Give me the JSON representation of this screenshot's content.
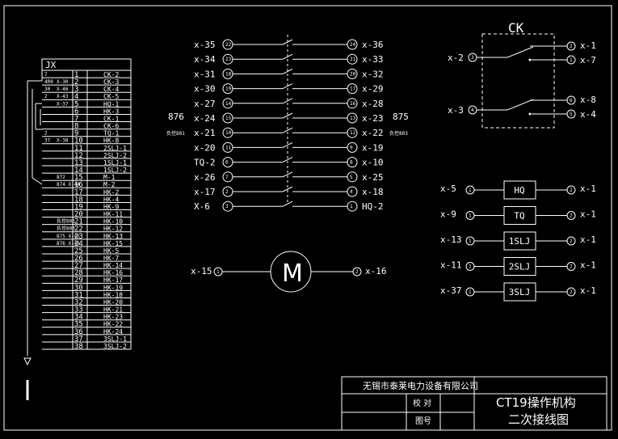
{
  "terminal_block": {
    "title": "JX",
    "rows": [
      {
        "num": "1",
        "left": "",
        "right": "CK-2"
      },
      {
        "num": "2",
        "left": "X-30",
        "right": "CK-3"
      },
      {
        "num": "3",
        "left": "X-46",
        "right": "CK-4"
      },
      {
        "num": "4",
        "left": "X-43",
        "right": "CK-5"
      },
      {
        "num": "5",
        "left": "X-37",
        "right": "HQ-1"
      },
      {
        "num": "6",
        "left": "",
        "right": "HK-3"
      },
      {
        "num": "7",
        "left": "",
        "right": "CK-1"
      },
      {
        "num": "8",
        "left": "",
        "right": "CK-6"
      },
      {
        "num": "9",
        "left": "",
        "right": "TQ-1"
      },
      {
        "num": "10",
        "left": "X-38",
        "right": "HK-8"
      },
      {
        "num": "11",
        "left": "",
        "right": "2SLJ-1"
      },
      {
        "num": "12",
        "left": "",
        "right": "2SLJ-2"
      },
      {
        "num": "13",
        "left": "",
        "right": "1SLJ-1"
      },
      {
        "num": "14",
        "left": "",
        "right": "1SLJ-2"
      },
      {
        "num": "15",
        "left": "872",
        "right": "M-1"
      },
      {
        "num": "16",
        "left": "874 X-44",
        "right": "M-2"
      },
      {
        "num": "17",
        "left": "",
        "right": "HK-2"
      },
      {
        "num": "18",
        "left": "",
        "right": "HK-4"
      },
      {
        "num": "19",
        "left": "",
        "right": "HK-9"
      },
      {
        "num": "20",
        "left": "",
        "right": "HK-11"
      },
      {
        "num": "21",
        "left": "负控801",
        "right": "HK-10"
      },
      {
        "num": "22",
        "left": "负控803",
        "right": "HK-12"
      },
      {
        "num": "23",
        "left": "875 X-45",
        "right": "HK-13"
      },
      {
        "num": "24",
        "left": "876 X-46",
        "right": "HK-15"
      },
      {
        "num": "25",
        "left": "",
        "right": "HK-5"
      },
      {
        "num": "26",
        "left": "",
        "right": "HK-7"
      },
      {
        "num": "27",
        "left": "",
        "right": "HK-14"
      },
      {
        "num": "28",
        "left": "",
        "right": "HK-16"
      },
      {
        "num": "29",
        "left": "",
        "right": "HK-17"
      },
      {
        "num": "30",
        "left": "",
        "right": "HK-19"
      },
      {
        "num": "31",
        "left": "",
        "right": "HK-18"
      },
      {
        "num": "32",
        "left": "",
        "right": "HK-20"
      },
      {
        "num": "33",
        "left": "",
        "right": "HK-21"
      },
      {
        "num": "34",
        "left": "",
        "right": "HK-23"
      },
      {
        "num": "35",
        "left": "",
        "right": "HK-22"
      },
      {
        "num": "36",
        "left": "",
        "right": "HK-24"
      },
      {
        "num": "37",
        "left": "",
        "right": "3SLJ-1"
      },
      {
        "num": "38",
        "left": "",
        "right": "3SLJ-2"
      }
    ],
    "row_prefixes": [
      "7",
      "4R0",
      "30",
      "2",
      "",
      "",
      "",
      "",
      "2",
      "37"
    ]
  },
  "hk_switch": {
    "rows": [
      {
        "left": "x-35",
        "ln": "22",
        "rn": "24",
        "right": "x-36"
      },
      {
        "left": "x-34",
        "ln": "23",
        "rn": "21",
        "right": "x-33"
      },
      {
        "left": "x-31",
        "ln": "18",
        "rn": "20",
        "right": "x-32"
      },
      {
        "left": "x-30",
        "ln": "19",
        "rn": "17",
        "right": "x-29"
      },
      {
        "left": "x-27",
        "ln": "14",
        "rn": "16",
        "right": "x-28"
      },
      {
        "left": "x-24",
        "ln": "15",
        "rn": "13",
        "right": "x-23"
      },
      {
        "left": "x-21",
        "ln": "10",
        "rn": "12",
        "right": "x-22"
      },
      {
        "left": "x-20",
        "ln": "11",
        "rn": "9",
        "right": "x-19"
      },
      {
        "left": "TQ-2",
        "ln": "6",
        "rn": "8",
        "right": "x-10"
      },
      {
        "left": "x-26",
        "ln": "7",
        "rn": "5",
        "right": "x-25"
      },
      {
        "left": "x-17",
        "ln": "2",
        "rn": "4",
        "right": "x-18"
      },
      {
        "left": "X-6",
        "ln": "3",
        "rn": "1",
        "right": "HQ-2"
      }
    ],
    "side_left_top": "876",
    "side_left_bottom": "负控801",
    "side_right_top": "875",
    "side_right_bottom": "负控803"
  },
  "motor": {
    "label": "M",
    "left": "x-15",
    "ln": "1",
    "rn": "2",
    "right": "x-16"
  },
  "ck": {
    "title": "CK",
    "left1": "x-2",
    "lnum1": "3",
    "out1a": "x-1",
    "onum1a": "2",
    "out1b": "x-7",
    "onum1b": "1",
    "left2": "x-3",
    "lnum2": "4",
    "out2a": "x-8",
    "onum2a": "6",
    "out2b": "x-4",
    "onum2b": "5"
  },
  "coils": [
    {
      "left": "x-5",
      "label": "HQ",
      "right": "x-1",
      "ln": "1",
      "rn": "2"
    },
    {
      "left": "x-9",
      "label": "TQ",
      "right": "x-1",
      "ln": "1",
      "rn": "2"
    },
    {
      "left": "x-13",
      "label": "1SLJ",
      "right": "x-1",
      "ln": "1",
      "rn": "2"
    },
    {
      "left": "x-11",
      "label": "2SLJ",
      "right": "x-1",
      "ln": "1",
      "rn": "2"
    },
    {
      "left": "x-37",
      "label": "3SLJ",
      "right": "x-1",
      "ln": "1",
      "rn": "2"
    }
  ],
  "title_block": {
    "company": "无锡市泰莱电力设备有限公司",
    "check": "校 对",
    "drawing_no": "图号",
    "title1": "CT19操作机构",
    "title2": "二次接线图"
  }
}
